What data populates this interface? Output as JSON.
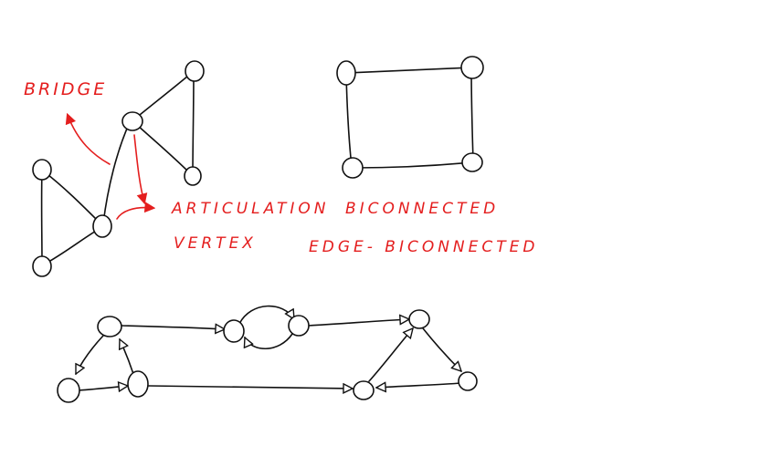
{
  "colors": {
    "ink": "#111111",
    "annotation": "#e41e1e",
    "background": "#ffffff"
  },
  "labels": {
    "bridge": "BRIDGE",
    "articulation_line1": "ARTICULATION",
    "articulation_line2": "VERTEX",
    "biconnected": "BICONNECTED",
    "edge_biconnected": "EDGE- BICONNECTED"
  }
}
